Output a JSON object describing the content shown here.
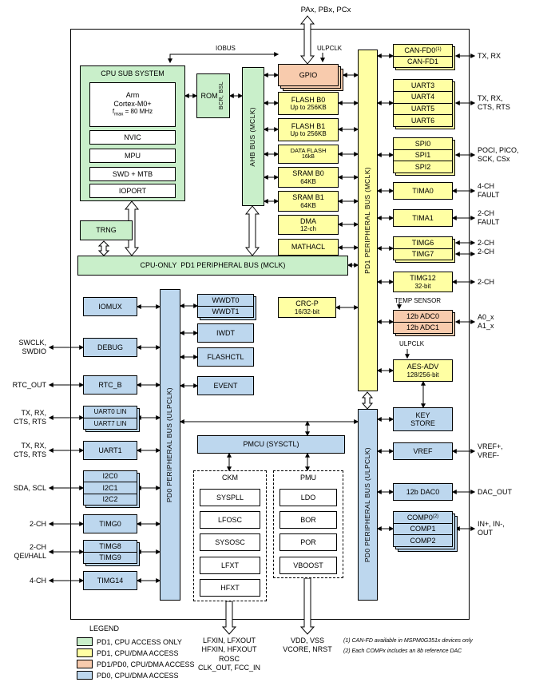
{
  "top": {
    "pins": "PAx, PBx, PCx",
    "ulpclk": "ULPCLK",
    "iobus": "IOBUS"
  },
  "cpu": {
    "title": "CPU SUB SYSTEM",
    "core_l1": "Arm",
    "core_l2": "Cortex-M0+",
    "f": "f",
    "f_sub": "max",
    "f_rest": " = 80 MHz",
    "nvic": "NVIC",
    "mpu": "MPU",
    "swd": "SWD + MTB",
    "ioport": "IOPORT"
  },
  "rom": {
    "label": "ROM",
    "sub": "BCR, BSL"
  },
  "bus": {
    "ahb": "AHB BUS (MCLK)",
    "pd1": "PD1 PERIPHERAL BUS (MCLK)",
    "cpu_only": "CPU-ONLY  PD1 PERIPHERAL BUS (MCLK)",
    "pd0_left": "PD0 PERIPHERAL BUS (ULPCLK)",
    "pd0_right": "PD0 PERIPHERAL BUS (ULPCLK)"
  },
  "mem": {
    "gpio": "GPIO",
    "flash_b0_l1": "FLASH B0",
    "flash_b0_l2": "Up to 256KB",
    "flash_b1_l1": "FLASH B1",
    "flash_b1_l2": "Up to 256KB",
    "dataflash_l1": "DATA FLASH",
    "dataflash_l2": "16kB",
    "sram_b0_l1": "SRAM B0",
    "sram_b0_l2": "64KB",
    "sram_b1_l1": "SRAM B1",
    "sram_b1_l2": "64KB",
    "dma_l1": "DMA",
    "dma_l2": "12-ch",
    "mathacl": "MATHACL"
  },
  "trng": "TRNG",
  "crcp": {
    "l1": "CRC-P",
    "l2": "16/32-bit"
  },
  "right": {
    "can": {
      "r0": "CAN-FD0",
      "r0_sup": "(1)",
      "r1": "CAN-FD1"
    },
    "uart": [
      "UART3",
      "UART4",
      "UART5",
      "UART6"
    ],
    "spi": [
      "SPI0",
      "SPI1",
      "SPI2"
    ],
    "tima0": "TIMA0",
    "tima1": "TIMA1",
    "timg67": [
      "TIMG6",
      "TIMG7"
    ],
    "timg12_l1": "TIMG12",
    "timg12_l2": "32-bit",
    "temp": "TEMP SENSOR",
    "adc": [
      "12b ADC0",
      "12b ADC1"
    ],
    "ulpclk": "ULPCLK",
    "aes_l1": "AES-ADV",
    "aes_l2": "128/256-bit",
    "key_l1": "KEY",
    "key_l2": "STORE",
    "vref": "VREF",
    "dac": "12b DAC0",
    "comp": {
      "c0": "COMP0",
      "c0_sup": "(2)",
      "c1": "COMP1",
      "c2": "COMP2"
    }
  },
  "left": {
    "iomux": "IOMUX",
    "debug": "DEBUG",
    "rtc": "RTC_B",
    "uart07": [
      "UART0 LIN",
      "UART7 LIN"
    ],
    "uart1": "UART1",
    "i2c": [
      "I2C0",
      "I2C1",
      "I2C2"
    ],
    "timg0": "TIMG0",
    "timg89": [
      "TIMG8",
      "TIMG9"
    ],
    "timg14": "TIMG14"
  },
  "center": {
    "wwdt": [
      "WWDT0",
      "WWDT1"
    ],
    "iwdt": "IWDT",
    "flashctl": "FLASHCTL",
    "event": "EVENT",
    "pmcu": "PMCU (SYSCTL)",
    "ckm_title": "CKM",
    "ckm": [
      "SYSPLL",
      "LFOSC",
      "SYSOSC",
      "LFXT",
      "HFXT"
    ],
    "pmu_title": "PMU",
    "pmu": [
      "LDO",
      "BOR",
      "POR",
      "VBOOST"
    ]
  },
  "pins_right": {
    "can": "TX, RX",
    "uart": [
      "TX, RX,",
      "CTS, RTS"
    ],
    "spi": [
      "POCI, PICO,",
      "SCK, CSx"
    ],
    "tima0": [
      "4-CH",
      "FAULT"
    ],
    "tima1": [
      "2-CH",
      "FAULT"
    ],
    "timg67": [
      "2-CH",
      "2-CH"
    ],
    "timg12": "2-CH",
    "adc": [
      "A0_x",
      "A1_x"
    ],
    "vref": [
      "VREF+,",
      "VREF-"
    ],
    "dac": "DAC_OUT",
    "comp": [
      "IN+, IN-,",
      "OUT"
    ]
  },
  "pins_left": {
    "debug": [
      "SWCLK,",
      "SWDIO"
    ],
    "rtc": "RTC_OUT",
    "uart07": [
      "TX, RX,",
      "CTS, RTS"
    ],
    "uart1": [
      "TX, RX,",
      "CTS, RTS"
    ],
    "i2c": "SDA, SCL",
    "timg0": "2-CH",
    "timg89": [
      "2-CH",
      "QEI/HALL"
    ],
    "timg14": "4-CH"
  },
  "pins_bottom": {
    "ckm": [
      "LFXIN, LFXOUT",
      "HFXIN, HFXOUT",
      "ROSC",
      "CLK_OUT, FCC_IN"
    ],
    "pmu": [
      "VDD, VSS",
      "VCORE, NRST"
    ]
  },
  "legend": {
    "title": "LEGEND",
    "items": [
      {
        "color": "#c9efca",
        "label": "PD1, CPU ACCESS ONLY"
      },
      {
        "color": "#ffffa3",
        "label": "PD1, CPU/DMA ACCESS"
      },
      {
        "color": "#f8cbad",
        "label": "PD1/PD0, CPU/DMA ACCESS"
      },
      {
        "color": "#bdd7ee",
        "label": "PD0, CPU/DMA ACCESS"
      }
    ]
  },
  "footnotes": [
    "(1) CAN-FD available in MSPM0G351x devices only",
    "(2) Each COMPx includes an 8b reference DAC"
  ]
}
